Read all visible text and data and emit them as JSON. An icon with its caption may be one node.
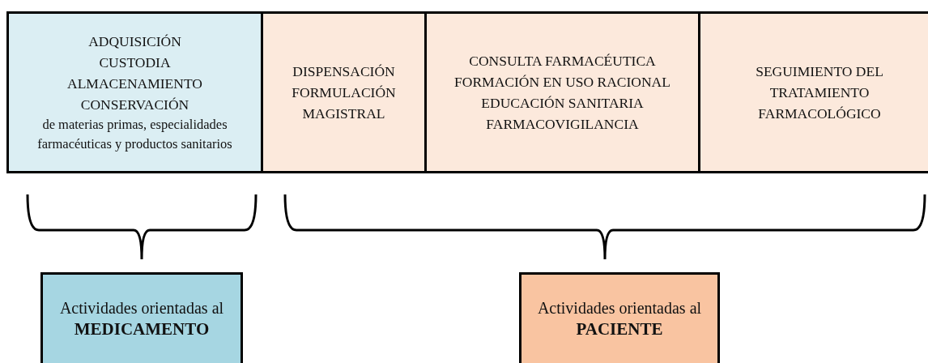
{
  "diagram": {
    "nodes": [
      {
        "text": [
          "ADQUISICIÓN",
          "CUSTODIA",
          "ALMACENAMIENTO",
          "CONSERVACIÓN",
          "de materias primas, especialidades farmacéuticas y productos sanitarios"
        ]
      },
      {
        "text": [
          "DISPENSACIÓN",
          "FORMULACIÓN MAGISTRAL"
        ]
      },
      {
        "text": [
          "CONSULTA FARMACÉUTICA",
          "FORMACIÓN EN USO RACIONAL",
          "EDUCACIÓN SANITARIA",
          "FARMACOVIGILANCIA"
        ]
      },
      {
        "text": [
          "SEGUIMIENTO DEL TRATAMIENTO FARMACOLÓGICO"
        ]
      },
      {
        "text": [
          "Actividades orientadas al **MEDICAMENTO**"
        ]
      },
      {
        "text": [
          "Actividades orientadas al **PACIENTE**"
        ]
      }
    ]
  }
}
